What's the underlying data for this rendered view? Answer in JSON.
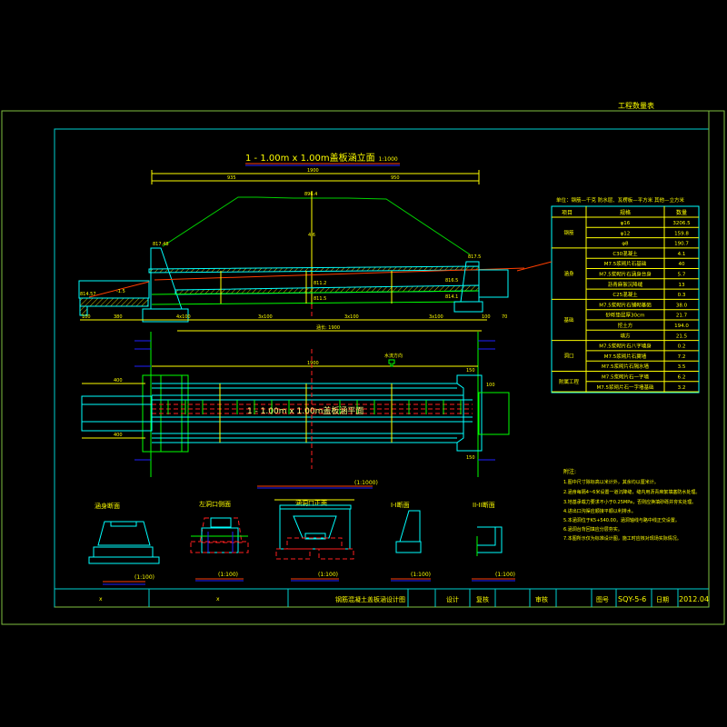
{
  "sheet": {
    "header_title": "工程数量表",
    "elevation_title": "1 - 1.00m x 1.00m盖板涵立面",
    "elevation_scale": "1:1000",
    "plan_title": "1 - 1.00m x 1.00m盖板涵平面",
    "plan_scale": "(1:1000)",
    "plan_length_label": "涵长: 1900",
    "elevation_dims": {
      "total": "1900",
      "left": "935",
      "right": "950",
      "center_elev": "896.4",
      "height": "4.6"
    },
    "elevation_bottom_dims": [
      "100",
      "380",
      "4x100",
      "3x100",
      "3x100",
      "3x100",
      "100",
      "70"
    ],
    "elevation_labels": {
      "left_top": "817.48",
      "left_apron": "814.57",
      "slope": "-1.5",
      "mid_a": "811.2",
      "mid_b": "811.5",
      "right_a": "816.5",
      "right_b": "814.1",
      "right_top": "817.5"
    },
    "plan_dims": {
      "top": "1900",
      "left_a": "400",
      "left_b": "400",
      "right_a": "150",
      "right_b": "150",
      "right_c": "100"
    },
    "flow_label": "水流方向",
    "sections": [
      {
        "title": "涵身断面",
        "scale": "(1:100)"
      },
      {
        "title": "左洞口侧面",
        "scale": "(1:100)"
      },
      {
        "title": "涵洞口正面",
        "scale": "(1:100)"
      },
      {
        "title": "I-I断面",
        "scale": "(1:100)"
      },
      {
        "title": "II-II断面",
        "scale": "(1:100)"
      }
    ]
  },
  "quantity_table": {
    "unit_note": "单位：钢筋—千克 防水层、瓦楞板—平方米 其他—立方米",
    "headers": [
      "项目",
      "规格",
      "数量"
    ],
    "groups": [
      {
        "name": "钢筋",
        "rows": [
          [
            "φ16",
            "3206.5"
          ],
          [
            "φ12",
            "159.8"
          ],
          [
            "φ8",
            "190.7"
          ]
        ]
      },
      {
        "name": "涵身",
        "rows": [
          [
            "C30混凝土",
            "4.1"
          ],
          [
            "M7.5浆砌片石基础",
            "40"
          ],
          [
            "M7.5浆砌片石涵身台身",
            "5.7"
          ],
          [
            "沥青麻絮沉降缝",
            "13"
          ],
          [
            "C25混凝土",
            "0.3"
          ]
        ]
      },
      {
        "name": "基础",
        "rows": [
          [
            "M7.5浆砌片石铺砌基础",
            "38.0"
          ],
          [
            "砂砾垫层厚30cm",
            "21.7"
          ],
          [
            "挖土方",
            "194.0"
          ],
          [
            "填方",
            "21.5"
          ]
        ]
      },
      {
        "name": "洞口",
        "rows": [
          [
            "M7.5浆砌片石八字墙身",
            "0.2"
          ],
          [
            "M7.5浆砌片石翼墙",
            "7.2"
          ],
          [
            "M7.5浆砌片石隔水墙",
            "3.5"
          ]
        ]
      },
      {
        "name": "附属工程",
        "rows": [
          [
            "M7.5浆砌片石一字墙",
            "6.2"
          ],
          [
            "M7.5浆砌片石一字墙基础",
            "3.2"
          ]
        ]
      }
    ]
  },
  "notes": {
    "title": "附注:",
    "items": [
      "1.图中尺寸除标高以米计外，其余均以厘米计。",
      "2.涵身每隔4~6米设置一道沉降缝，缝内用沥青麻絮填塞防水处理。",
      "3.地基承载力要求不小于0.25MPa，否则应换填砂砾并夯实处理。",
      "4.进出口沟渠应顺接平顺以利排水。",
      "5.本涵洞位于K5+540.00，涵洞轴线与路中线正交设置。",
      "6.涵洞台背回填应分层夯实。",
      "7.本图所示仅为标准设计图，施工时应核对现场实际情况。"
    ]
  },
  "title_block": {
    "cell1": "x",
    "cell2": "x",
    "drawing_name": "钢筋混凝土盖板涵设计图",
    "design_label": "设计",
    "check_label": "复核",
    "review_label": "审核",
    "drawing_no_label": "图号",
    "drawing_no": "SQY-5-6",
    "date_label": "日期",
    "date": "2012.04"
  },
  "colors": {
    "frame_outer": "#7fbf3f",
    "frame_inner": "#00d0d0",
    "text": "#ffff00"
  }
}
